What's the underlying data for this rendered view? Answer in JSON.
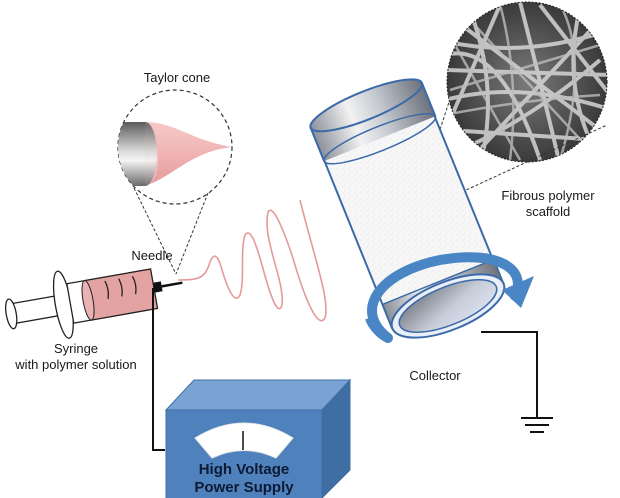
{
  "diagram": {
    "title": "Electrospinning setup",
    "labels": {
      "taylor_cone": "Taylor cone",
      "needle": "Needle",
      "syringe_line1": "Syringe",
      "syringe_line2": "with polymer solution",
      "power_supply_line1": "High Voltage",
      "power_supply_line2": "Power Supply",
      "collector": "Collector",
      "scaffold_line1": "Fibrous polymer",
      "scaffold_line2": "scaffold"
    },
    "colors": {
      "polymer_solution": "#e3a3a3",
      "jet": "#e49a9a",
      "power_supply_front": "#4f81bd",
      "power_supply_top": "#7aa3d3",
      "power_supply_side": "#3f6ea3",
      "collector_outline": "#3a6aa8",
      "rotation_arrow": "#4a86c5",
      "wire": "#111111"
    }
  }
}
